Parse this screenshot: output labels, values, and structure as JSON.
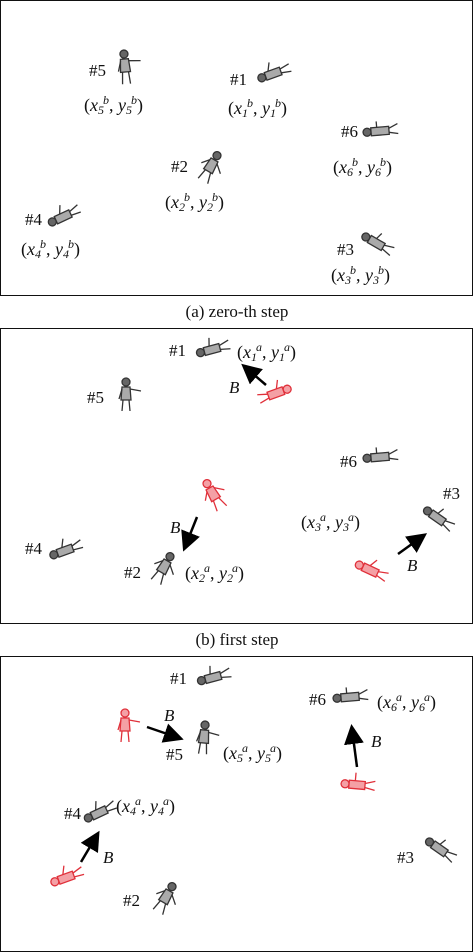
{
  "colors": {
    "previous_pose": "#e0303a",
    "current_pose": "#333333",
    "arrow": "#000000"
  },
  "panels": [
    {
      "caption": "(a) zero-th step",
      "labels": [
        "#5",
        "#1",
        "#6",
        "#2",
        "#4",
        "#3"
      ],
      "coords": [
        {
          "x": "x",
          "xs": "5",
          "xp": "b",
          "y": "y",
          "ys": "5",
          "yp": "b"
        },
        {
          "x": "x",
          "xs": "1",
          "xp": "b",
          "y": "y",
          "ys": "1",
          "yp": "b"
        },
        {
          "x": "x",
          "xs": "6",
          "xp": "b",
          "y": "y",
          "ys": "6",
          "yp": "b"
        },
        {
          "x": "x",
          "xs": "2",
          "xp": "b",
          "y": "y",
          "ys": "2",
          "yp": "b"
        },
        {
          "x": "x",
          "xs": "4",
          "xp": "b",
          "y": "y",
          "ys": "4",
          "yp": "b"
        },
        {
          "x": "x",
          "xs": "3",
          "xp": "b",
          "y": "y",
          "ys": "3",
          "yp": "b"
        }
      ]
    },
    {
      "caption": "(b) first step",
      "labels": [
        "#1",
        "#5",
        "#6",
        "#3",
        "#4",
        "#2"
      ],
      "coords": [
        {
          "x": "x",
          "xs": "1",
          "xp": "a",
          "y": "y",
          "ys": "1",
          "yp": "a"
        },
        {
          "x": "x",
          "xs": "3",
          "xp": "a",
          "y": "y",
          "ys": "3",
          "yp": "a"
        },
        {
          "x": "x",
          "xs": "2",
          "xp": "a",
          "y": "y",
          "ys": "2",
          "yp": "a"
        }
      ],
      "arrow_label": "B"
    },
    {
      "caption": "",
      "labels": [
        "#1",
        "#6",
        "#5",
        "#4",
        "#3",
        "#2"
      ],
      "coords": [
        {
          "x": "x",
          "xs": "6",
          "xp": "a",
          "y": "y",
          "ys": "6",
          "yp": "a"
        },
        {
          "x": "x",
          "xs": "5",
          "xp": "a",
          "y": "y",
          "ys": "5",
          "yp": "a"
        },
        {
          "x": "x",
          "xs": "4",
          "xp": "a",
          "y": "y",
          "ys": "4",
          "yp": "a"
        }
      ],
      "arrow_label": "B"
    }
  ]
}
